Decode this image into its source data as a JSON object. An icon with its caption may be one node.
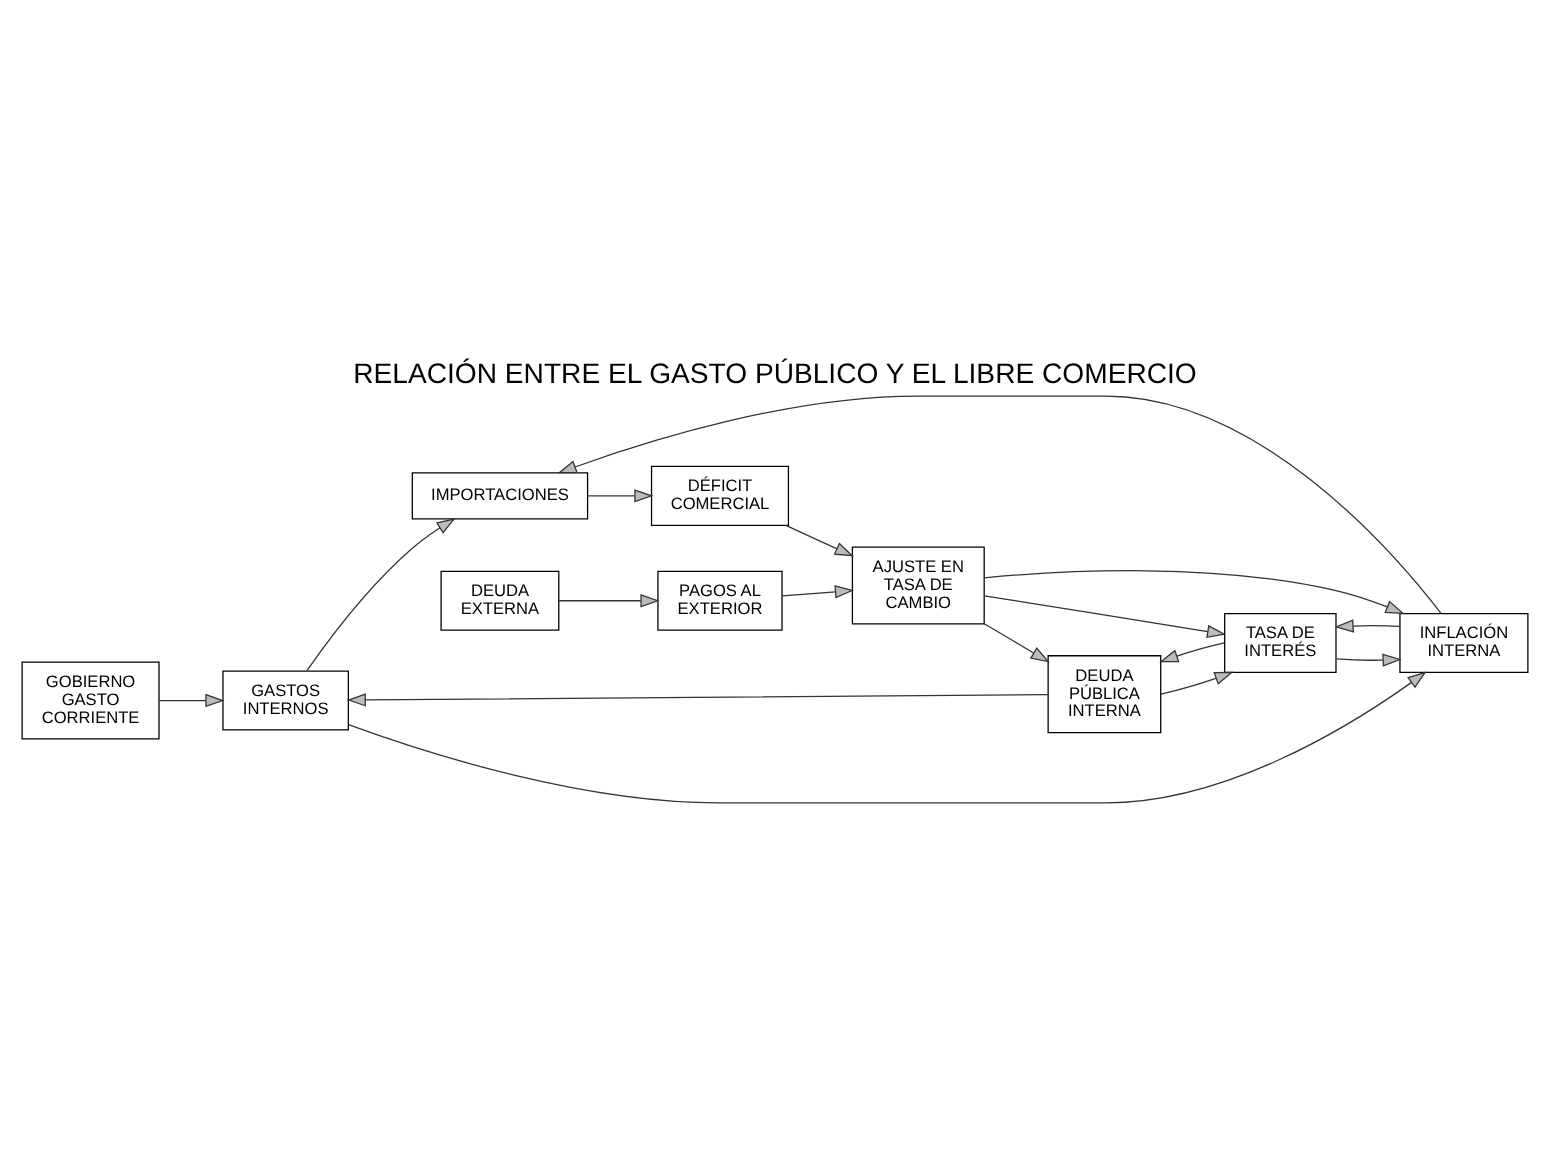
{
  "diagram": {
    "title": "RELACIÓN ENTRE EL GASTO PÚBLICO Y EL LIBRE COMERCIO",
    "nodes": [
      {
        "text": [
          "GOBIERNO GASTO CORRIENTE"
        ]
      },
      {
        "text": [
          "GASTOS INTERNOS"
        ]
      },
      {
        "text": [
          "IMPORTACIONES"
        ]
      },
      {
        "text": [
          "DEUDA PÚBLICA INTERNA"
        ]
      },
      {
        "text": [
          "TASA DE INTERÉS"
        ]
      },
      {
        "text": [
          "INFLACIÓN INTERNA"
        ]
      },
      {
        "text": [
          "DÉFICIT COMERCIAL"
        ]
      },
      {
        "text": [
          "DEUDA EXTERNA"
        ]
      },
      {
        "text": [
          "PAGOS AL EXTERIOR"
        ]
      },
      {
        "text": [
          "AJUSTE EN TASA DE CAMBIO"
        ]
      }
    ],
    "edges": [
      {
        "from": 0,
        "to": 1,
        "arrow": "to"
      },
      {
        "from": 3,
        "to": 1,
        "arrow": "to"
      },
      {
        "from": 1,
        "to": 2,
        "arrow": "to"
      },
      {
        "from": 1,
        "to": 5,
        "arrow": "to"
      },
      {
        "from": 5,
        "to": 2,
        "arrow": "to"
      },
      {
        "from": 2,
        "to": 6,
        "arrow": "to"
      },
      {
        "from": 5,
        "to": 4,
        "arrow": "to"
      },
      {
        "from": 3,
        "to": 4,
        "arrow": "to"
      },
      {
        "from": 4,
        "to": 5,
        "arrow": "to"
      },
      {
        "from": 4,
        "to": 3,
        "arrow": "to"
      },
      {
        "from": 6,
        "to": 9,
        "arrow": "to"
      },
      {
        "from": 7,
        "to": 8,
        "arrow": "to"
      },
      {
        "from": 8,
        "to": 9,
        "arrow": "to"
      },
      {
        "from": 9,
        "to": 4,
        "arrow": "to"
      },
      {
        "from": 9,
        "to": 5,
        "arrow": "to"
      },
      {
        "from": 9,
        "to": 3,
        "arrow": "to"
      }
    ]
  }
}
